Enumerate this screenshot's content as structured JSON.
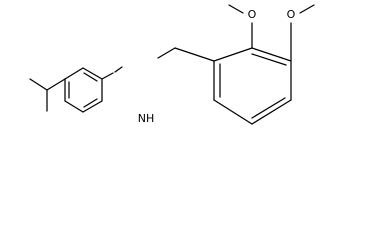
{
  "molecule": {
    "atoms": {
      "amine_label": "NH",
      "methoxy_oxygen_1": "O",
      "methoxy_oxygen_2": "O"
    }
  },
  "colors": {
    "bond": "#000000",
    "background": "#ffffff"
  }
}
